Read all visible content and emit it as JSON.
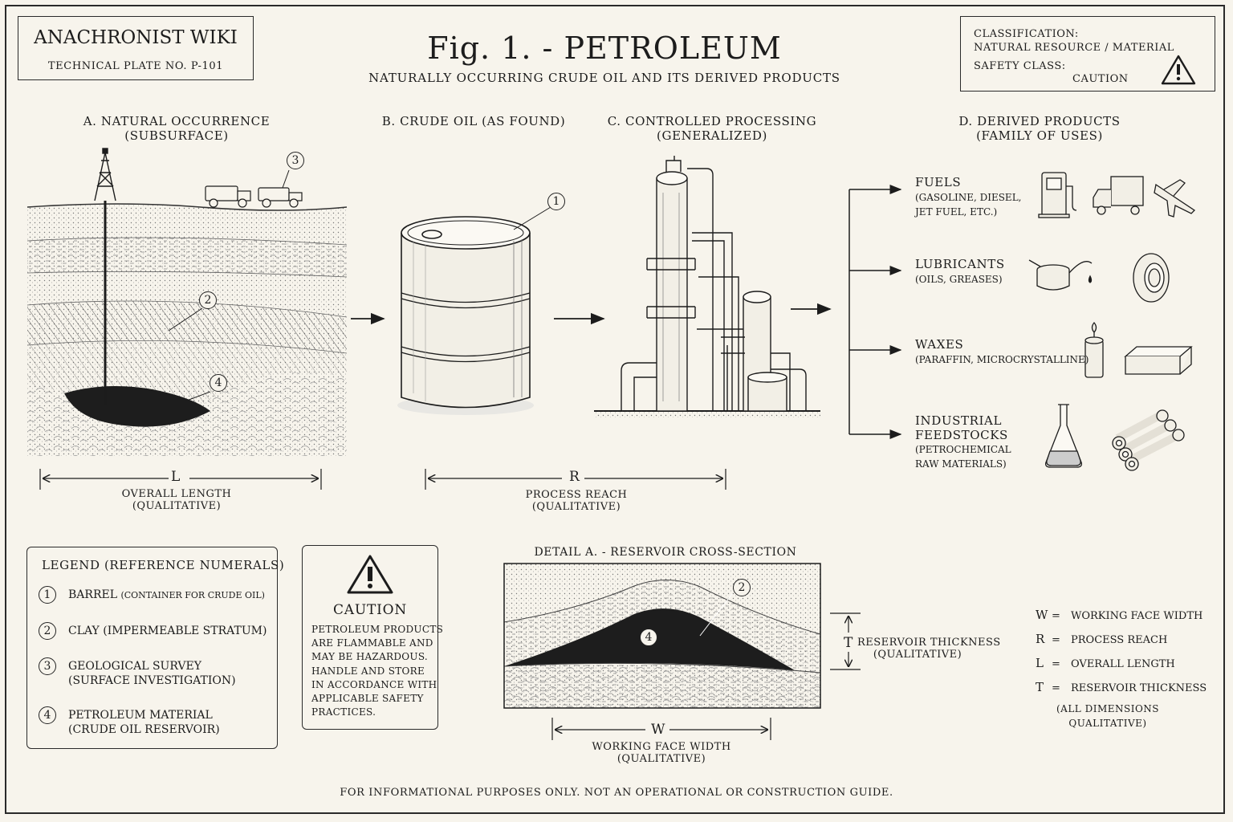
{
  "header": {
    "wiki_title": "ANACHRONIST WIKI",
    "plate": "TECHNICAL PLATE NO. P-101",
    "figure_title": "Fig. 1. - PETROLEUM",
    "subtitle": "NATURALLY OCCURRING CRUDE OIL AND ITS DERIVED PRODUCTS",
    "classification_label": "CLASSIFICATION:",
    "classification_value": "NATURAL RESOURCE / MATERIAL",
    "safety_label": "SAFETY CLASS:",
    "safety_value": "CAUTION"
  },
  "panels": {
    "a_title": "A. NATURAL OCCURRENCE",
    "a_sub": "(SUBSURFACE)",
    "b_title": "B. CRUDE OIL (AS FOUND)",
    "c_title": "C. CONTROLLED PROCESSING",
    "c_sub": "(GENERALIZED)",
    "d_title": "D. DERIVED PRODUCTS",
    "d_sub": "(FAMILY OF USES)"
  },
  "callouts": {
    "n1": "1",
    "n2": "2",
    "n3": "3",
    "n4": "4"
  },
  "products": [
    {
      "name": "FUELS",
      "detail1": "(GASOLINE, DIESEL,",
      "detail2": "JET FUEL, ETC.)"
    },
    {
      "name": "LUBRICANTS",
      "detail1": "(OILS, GREASES)"
    },
    {
      "name": "WAXES",
      "detail1": "(PARAFFIN, MICROCRYSTALLINE)"
    },
    {
      "name": "INDUSTRIAL",
      "name2": "FEEDSTOCKS",
      "detail1": "(PETROCHEMICAL",
      "detail2": "RAW MATERIALS)"
    }
  ],
  "dimensions": {
    "l_letter": "L",
    "l_label": "OVERALL LENGTH",
    "l_sub": "(QUALITATIVE)",
    "r_letter": "R",
    "r_label": "PROCESS REACH",
    "r_sub": "(QUALITATIVE)",
    "w_letter": "W",
    "w_label": "WORKING FACE WIDTH",
    "w_sub": "(QUALITATIVE)",
    "t_letter": "T",
    "t_label": "RESERVOIR THICKNESS",
    "t_sub": "(QUALITATIVE)"
  },
  "legend": {
    "title": "LEGEND (REFERENCE NUMERALS)",
    "items": [
      {
        "num": "1",
        "line1": "BARREL",
        "line1b": "(CONTAINER FOR CRUDE OIL)"
      },
      {
        "num": "2",
        "line1": "CLAY (IMPERMEABLE STRATUM)"
      },
      {
        "num": "3",
        "line1": "GEOLOGICAL SURVEY",
        "line2": "(SURFACE INVESTIGATION)"
      },
      {
        "num": "4",
        "line1": "PETROLEUM MATERIAL",
        "line2": "(CRUDE OIL RESERVOIR)"
      }
    ]
  },
  "caution": {
    "title": "CAUTION",
    "lines": [
      "PETROLEUM PRODUCTS",
      "ARE FLAMMABLE AND",
      "MAY BE HAZARDOUS.",
      "HANDLE AND STORE",
      "IN ACCORDANCE WITH",
      "APPLICABLE SAFETY",
      "PRACTICES."
    ]
  },
  "detail": {
    "title": "DETAIL A. - RESERVOIR CROSS-SECTION"
  },
  "key": {
    "rows": [
      {
        "letter": "W",
        "eq": "=",
        "text": "WORKING FACE WIDTH"
      },
      {
        "letter": "R",
        "eq": "=",
        "text": "PROCESS REACH"
      },
      {
        "letter": "L",
        "eq": "=",
        "text": "OVERALL LENGTH"
      },
      {
        "letter": "T",
        "eq": "=",
        "text": "RESERVOIR THICKNESS"
      }
    ],
    "note1": "(ALL DIMENSIONS",
    "note2": "QUALITATIVE)"
  },
  "footer": "FOR INFORMATIONAL PURPOSES ONLY. NOT AN OPERATIONAL OR CONSTRUCTION GUIDE."
}
